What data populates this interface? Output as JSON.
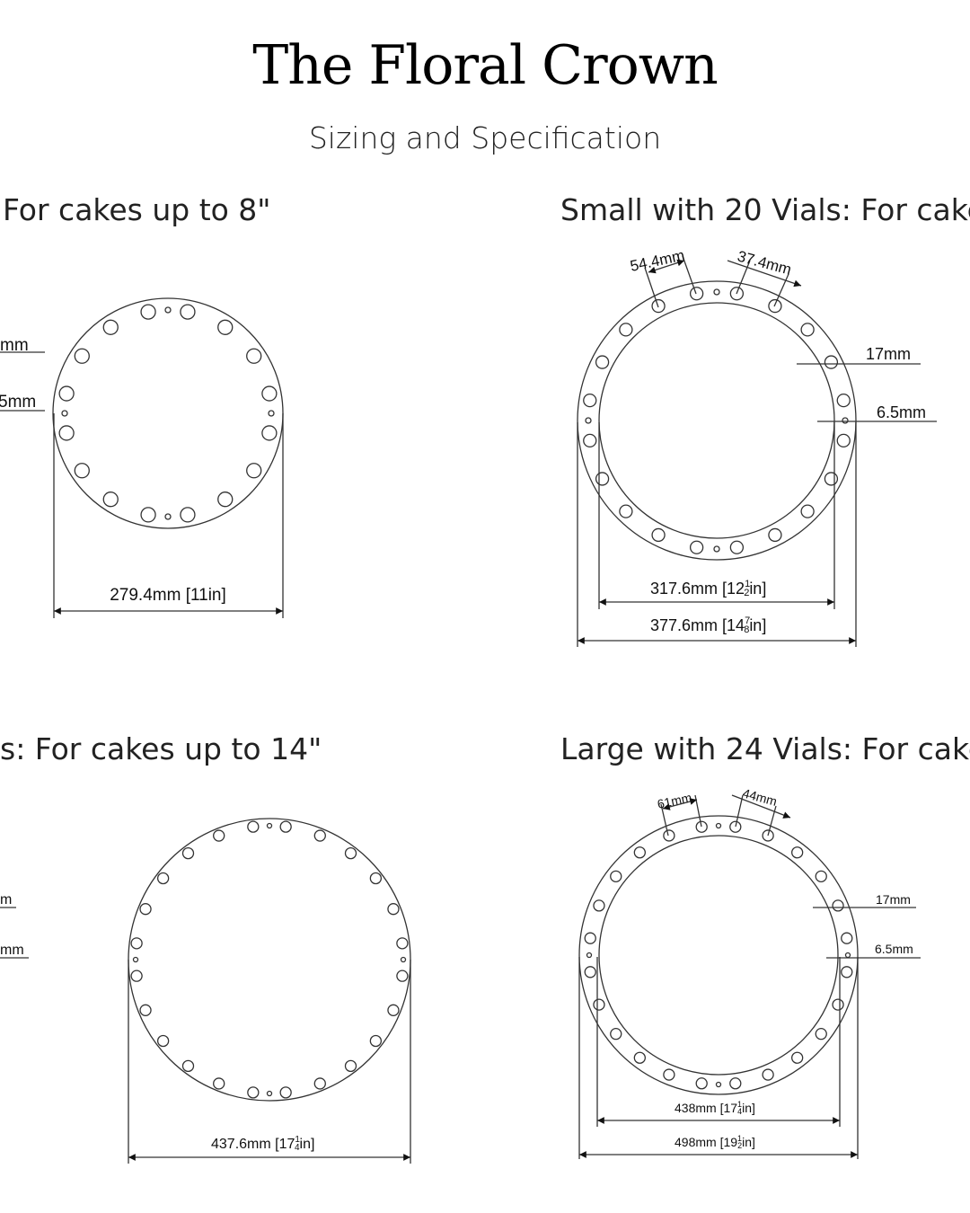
{
  "header": {
    "title": "The Floral Crown",
    "subtitle": "Sizing and Specification"
  },
  "sections": [
    {
      "heading": "For cakes up to 8\"",
      "vials": 16,
      "ring": false,
      "dims": {
        "main": "279.4mm [11in]",
        "left_top": "mm",
        "left_bottom": "5mm"
      }
    },
    {
      "heading": "Small with 20 Vials: For cake",
      "vials": 20,
      "ring": true,
      "dims": {
        "spacing_a": "54.4mm",
        "spacing_b": "37.4mm",
        "hole_large": "17mm",
        "hole_small": "6.5mm",
        "inner": {
          "mm": "317.6mm [12",
          "num": "1",
          "den": "2",
          "tail": "in]"
        },
        "outer": {
          "mm": "377.6mm [14",
          "num": "7",
          "den": "8",
          "tail": "in]"
        }
      }
    },
    {
      "heading": "s: For cakes up to 14\"",
      "vials": 24,
      "ring": false,
      "dims": {
        "main": {
          "mm": "437.6mm [17",
          "num": "1",
          "den": "4",
          "tail": "in]"
        },
        "left_top": "m",
        "left_bottom": "mm"
      }
    },
    {
      "heading": "Large with 24 Vials: For cake",
      "vials": 24,
      "ring": true,
      "dims": {
        "spacing_a": "61mm",
        "spacing_b": "44mm",
        "hole_large": "17mm",
        "hole_small": "6.5mm",
        "inner": {
          "mm": "438mm [17",
          "num": "1",
          "den": "4",
          "tail": "in]"
        },
        "outer": {
          "mm": "498mm [19",
          "num": "1",
          "den": "2",
          "tail": "in]"
        }
      }
    }
  ]
}
